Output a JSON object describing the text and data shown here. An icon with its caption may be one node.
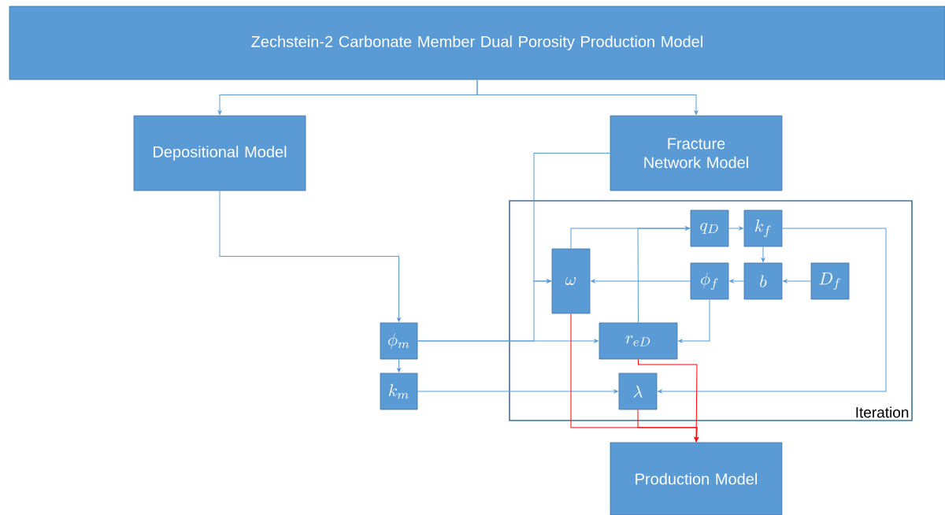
{
  "diagram": {
    "nodes": [
      {
        "text": [
          "Zechstein-2 Carbonate Member Dual Porosity Production Model"
        ]
      },
      {
        "text": [
          "Depositional Model"
        ]
      },
      {
        "text": [
          "Fracture Network Model"
        ]
      },
      {
        "text": [
          "Iteration"
        ]
      },
      {
        "text": [
          "q_D"
        ],
        "in": 3
      },
      {
        "text": [
          "k_f"
        ],
        "in": 3
      },
      {
        "text": [
          "\\omega"
        ],
        "in": 3
      },
      {
        "text": [
          "\\phi_f"
        ],
        "in": 3
      },
      {
        "text": [
          "b"
        ],
        "in": 3
      },
      {
        "text": [
          "D_f"
        ],
        "in": 3
      },
      {
        "text": [
          "\\phi_m"
        ]
      },
      {
        "text": [
          "r_{eD}"
        ],
        "in": 3
      },
      {
        "text": [
          "k_m"
        ]
      },
      {
        "text": [
          "\\lambda"
        ],
        "in": 3
      },
      {
        "text": [
          "Production Model"
        ]
      }
    ],
    "edges": [
      {
        "from": 0,
        "to": 1,
        "arrow": "to"
      },
      {
        "from": 0,
        "to": 2,
        "arrow": "to"
      },
      {
        "from": 1,
        "to": 10,
        "arrow": "to"
      },
      {
        "from": 2,
        "to": 6,
        "arrow": "to"
      },
      {
        "from": 10,
        "to": 6,
        "arrow": "to"
      },
      {
        "from": 10,
        "to": 11,
        "arrow": "to"
      },
      {
        "from": 6,
        "to": 4,
        "arrow": "to"
      },
      {
        "from": 11,
        "to": 4,
        "arrow": "to"
      },
      {
        "from": 4,
        "to": 5,
        "arrow": "to"
      },
      {
        "from": 5,
        "to": 8,
        "arrow": "to"
      },
      {
        "from": 9,
        "to": 8,
        "arrow": "to"
      },
      {
        "from": 8,
        "to": 7,
        "arrow": "to"
      },
      {
        "from": 7,
        "to": 6,
        "arrow": "to"
      },
      {
        "from": 7,
        "to": 11,
        "arrow": "to"
      },
      {
        "from": 5,
        "to": 13,
        "arrow": "to"
      },
      {
        "from": 12,
        "to": 13,
        "arrow": "to"
      },
      {
        "from": 10,
        "to": 12,
        "arrow": "to"
      },
      {
        "from": 6,
        "to": 14,
        "arrow": "to",
        "color": "#ff0000"
      },
      {
        "from": 13,
        "to": 14,
        "arrow": "to",
        "color": "#ff0000"
      },
      {
        "from": 11,
        "to": 14,
        "arrow": "to",
        "color": "#ff0000"
      }
    ]
  }
}
